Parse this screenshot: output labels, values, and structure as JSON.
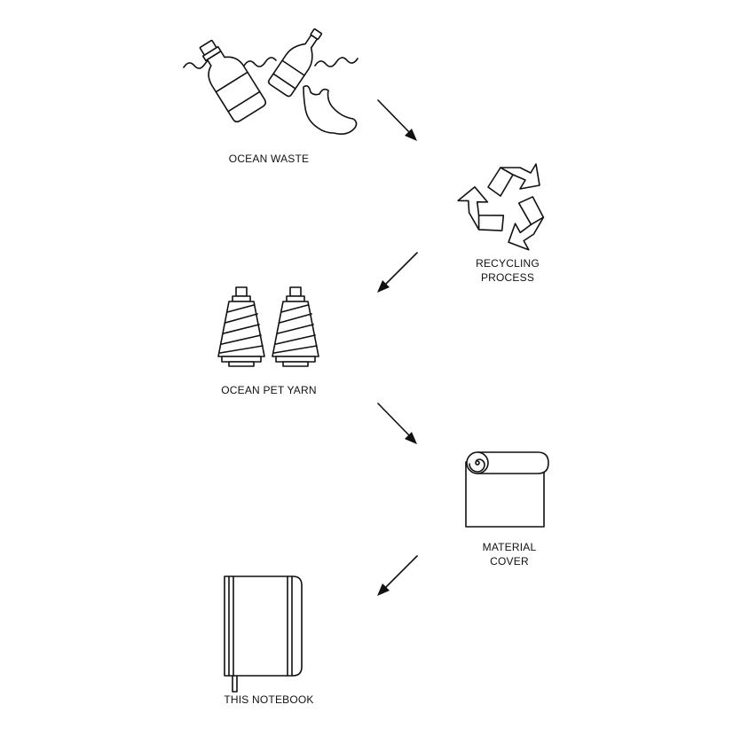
{
  "steps": [
    {
      "id": "ocean-waste",
      "icon": "ocean-waste-icon",
      "label_lines": [
        "OCEAN WASTE"
      ]
    },
    {
      "id": "recycling-process",
      "icon": "recycle-icon",
      "label_lines": [
        "RECYCLING",
        "PROCESS"
      ]
    },
    {
      "id": "ocean-pet-yarn",
      "icon": "yarn-spools-icon",
      "label_lines": [
        "OCEAN PET YARN"
      ]
    },
    {
      "id": "material-cover",
      "icon": "fabric-roll-icon",
      "label_lines": [
        "MATERIAL",
        "COVER"
      ]
    },
    {
      "id": "this-notebook",
      "icon": "notebook-icon",
      "label_lines": [
        "THIS NOTEBOOK"
      ]
    }
  ],
  "line_color": "#111111"
}
